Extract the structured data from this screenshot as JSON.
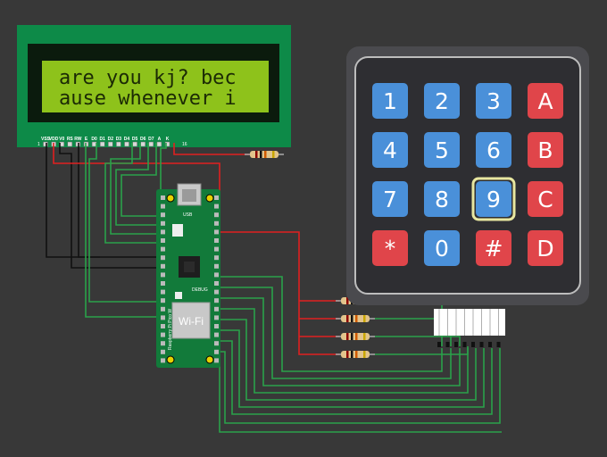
{
  "lcd": {
    "line1": "are you kj? bec",
    "line2": "ause whenever i",
    "pins": [
      "VSS",
      "VDD",
      "V0",
      "RS",
      "RW",
      "E",
      "D0",
      "D1",
      "D2",
      "D3",
      "D4",
      "D5",
      "D6",
      "D7",
      "A",
      "K"
    ],
    "pin_first": "1",
    "pin_last": "16"
  },
  "pico": {
    "wifi_label": "Wi-Fi",
    "debug_label": "DEBUG",
    "usb_label": "USB",
    "board_label": "Raspberry Pi Pico W"
  },
  "keypad": {
    "keys": [
      [
        "1",
        "2",
        "3",
        "A"
      ],
      [
        "4",
        "5",
        "6",
        "B"
      ],
      [
        "7",
        "8",
        "9",
        "C"
      ],
      [
        "*",
        "0",
        "#",
        "D"
      ]
    ],
    "colors": {
      "number": "#4a90d9",
      "letter": "#e0454a",
      "hover": "#e8e7a0"
    }
  },
  "colors": {
    "background": "#383838",
    "lcd_board": "#0d8a48",
    "lcd_screen": "#8ec21b",
    "pico_board": "#127a3a",
    "wire_red": "#e02020",
    "wire_black": "#111111",
    "wire_green": "#2aa14a"
  }
}
